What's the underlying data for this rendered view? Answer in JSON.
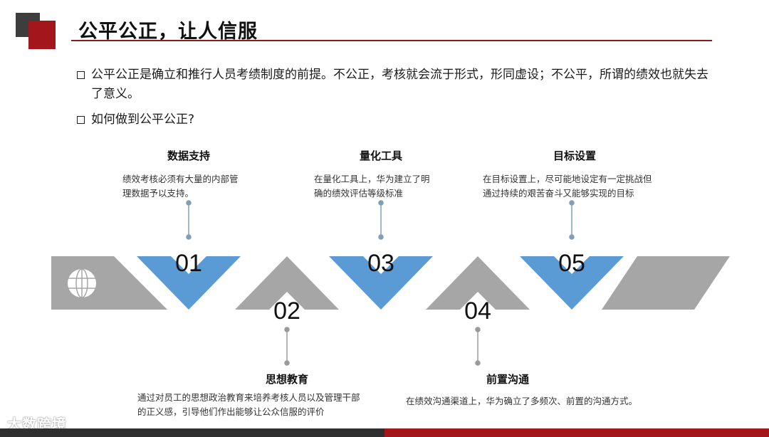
{
  "slide": {
    "title": "公平公正，让人信服",
    "bullets": [
      "公平公正是确立和推行人员考绩制度的前提。不公正，考核就会流于形式，形同虚设；不公平，所谓的绩效也就失去了意义。",
      "如何做到公平公正?"
    ]
  },
  "steps": [
    {
      "num": "01",
      "title": "数据支持",
      "desc": [
        "绩效考核必须有大量的内部管",
        "理数据予以支持。"
      ]
    },
    {
      "num": "02",
      "title": "思想教育",
      "desc": [
        "通过对员工的思想政治教育来培养考核人员以及管理干部",
        "的正义感，引导他们作出能够让公众信服的评价"
      ]
    },
    {
      "num": "03",
      "title": "量化工具",
      "desc": [
        "在量化工具上，华为建立了明",
        "确的绩效评估等级标准"
      ]
    },
    {
      "num": "04",
      "title": "前置沟通",
      "desc": [
        "在绩效沟通渠道上，华为确立了多频次、前置的沟通方式。"
      ]
    },
    {
      "num": "05",
      "title": "目标设置",
      "desc": [
        "在目标设置上，尽可能地设定有一定挑战但",
        "通过持续的艰苦奋斗又能够实现的目标"
      ]
    }
  ],
  "watermark": "大数跨境",
  "colors": {
    "accent_red": "#a3171c",
    "chevron_blue": "#5b9bd5",
    "chevron_gray": "#a6a6a6",
    "connector": "#7f9fb8"
  },
  "icons": {
    "start": "globe-icon"
  }
}
